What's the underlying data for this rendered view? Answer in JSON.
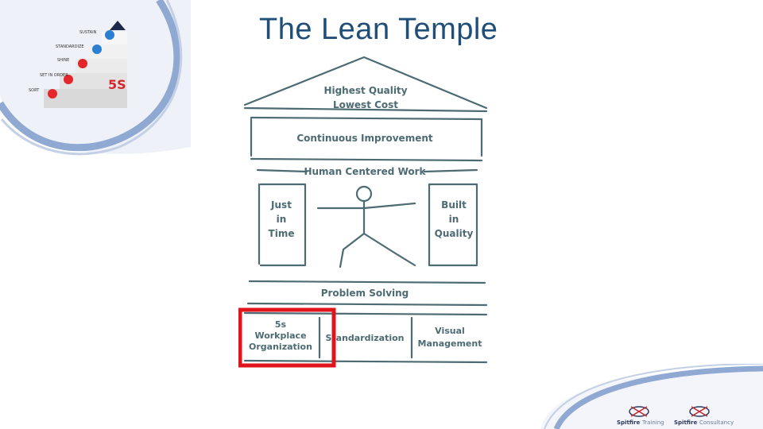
{
  "slide": {
    "title": "The Lean Temple"
  },
  "stairs": {
    "steps": [
      "SORT",
      "SET IN ORDER",
      "SHINE",
      "STANDARDIZE",
      "SUSTAIN"
    ],
    "badge": "5S"
  },
  "temple": {
    "roof_line1": "Highest Quality",
    "roof_line2": "Lowest Cost",
    "beam": "Continuous Improvement",
    "center_band": "Human Centered Work",
    "left_pillar": [
      "Just",
      "in",
      "Time"
    ],
    "right_pillar": [
      "Built",
      "in",
      "Quality"
    ],
    "floor": "Problem Solving",
    "foundation": {
      "block1": [
        "5s",
        "Workplace",
        "Organization"
      ],
      "block2": "Standardization",
      "block3": [
        "Visual",
        "Management"
      ]
    }
  },
  "highlight": {
    "color": "#e0141b",
    "target": "5s Workplace Organization"
  },
  "logos": {
    "training": {
      "name": "Spitfire",
      "suffix": "Training"
    },
    "consultancy": {
      "name": "Spitfire",
      "suffix": "Consultancy"
    }
  },
  "colors": {
    "title": "#1f4e79",
    "temple_ink": "#4d6b73",
    "corner_blue": "#8fa9d3"
  }
}
